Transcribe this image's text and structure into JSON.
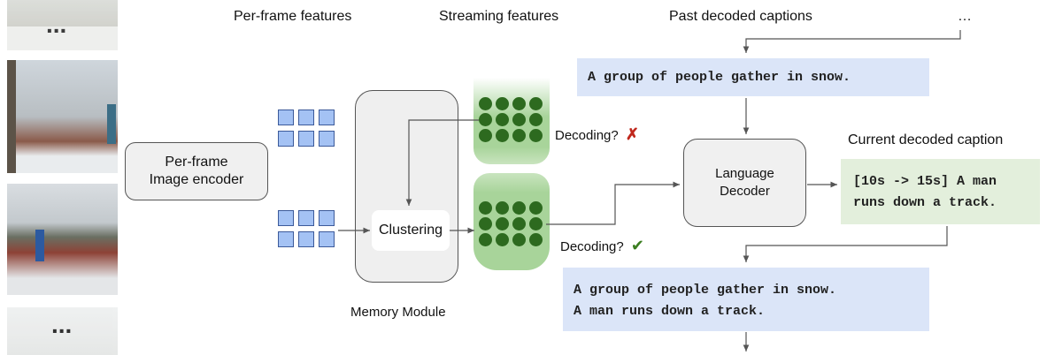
{
  "headers": {
    "per_frame": "Per-frame features",
    "streaming": "Streaming features",
    "past": "Past decoded captions",
    "current": "Current decoded caption",
    "ellipsis": "…"
  },
  "boxes": {
    "encoder": "Per-frame\nImage encoder",
    "clustering": "Clustering",
    "memory": "Memory Module",
    "decoder": "Language\nDecoder"
  },
  "decoding": {
    "top_label": "Decoding?",
    "top_mark": "✗",
    "bottom_label": "Decoding?",
    "bottom_mark": "✔"
  },
  "captions": {
    "past": "A group of people gather in snow.",
    "current_line1": "[10s -> 15s] A man",
    "current_line2": "runs down a track.",
    "updated_line1": "A group of people gather in snow.",
    "updated_line2": "A man runs down a track."
  },
  "frames": {
    "ellipsis_top": "...",
    "ellipsis_bottom": "..."
  },
  "colors": {
    "feature_blue": "#a4c2f4",
    "caption_blue": "#dbe5f8",
    "caption_green": "#e3efdc",
    "dot_green": "#2d6a1f",
    "cross_red": "#c0281d",
    "check_green": "#3a7d1f"
  }
}
